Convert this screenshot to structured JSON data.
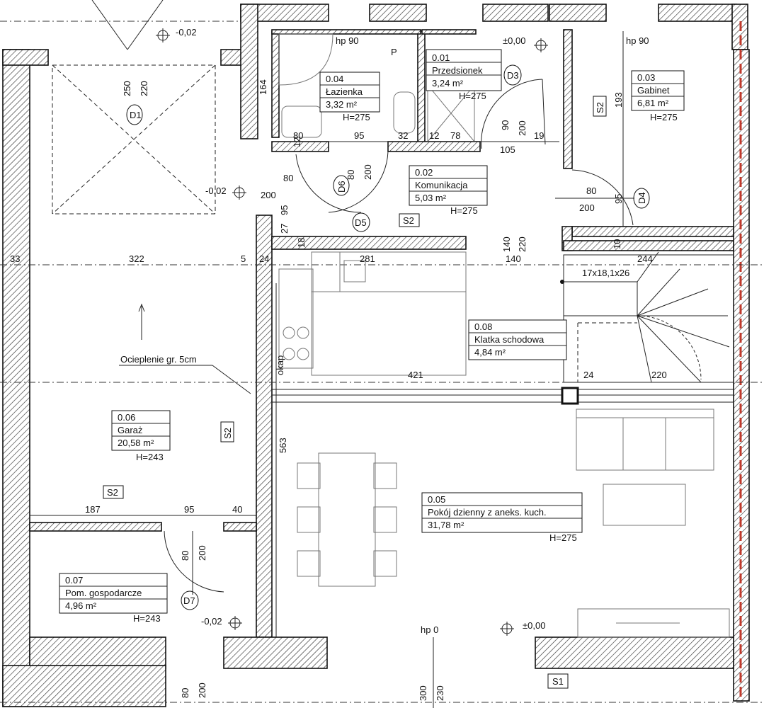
{
  "rooms": [
    {
      "number": "0.01",
      "name": "Przedsionek",
      "area": "3,24 m²",
      "height": "H=275"
    },
    {
      "number": "0.02",
      "name": "Komunikacja",
      "area": "5,03 m²",
      "height": "H=275"
    },
    {
      "number": "0.03",
      "name": "Gabinet",
      "area": "6,81 m²",
      "height": "H=275"
    },
    {
      "number": "0.04",
      "name": "Łazienka",
      "area": "3,32 m²",
      "height": "H=275"
    },
    {
      "number": "0.05",
      "name": "Pokój dzienny z aneks. kuch.",
      "area": "31,78 m²",
      "height": "H=275"
    },
    {
      "number": "0.06",
      "name": "Garaż",
      "area": "20,58 m²",
      "height": "H=243"
    },
    {
      "number": "0.07",
      "name": "Pom. gospodarcze",
      "area": "4,96 m²",
      "height": "H=243"
    },
    {
      "number": "0.08",
      "name": "Klatka schodowa",
      "area": "4,84 m²",
      "height": ""
    }
  ],
  "doors": [
    "D1",
    "D3",
    "D4",
    "D5",
    "D6",
    "D7"
  ],
  "sections": [
    "S1",
    "S2"
  ],
  "levels": {
    "zero": "±0,00",
    "garage": "-0,02",
    "hp90": "hp 90",
    "hp0": "hp 0"
  },
  "notes": {
    "insulation": "Ocieplenie gr. 5cm",
    "stairs": "17x18,1x26",
    "hood": "okap",
    "toilet": "P"
  },
  "dims": {
    "d33": "33",
    "d322": "322",
    "d5": "5",
    "d24": "24",
    "d281": "281",
    "d140": "140",
    "d244": "244",
    "d421": "421",
    "d220": "220",
    "d563": "563",
    "d187": "187",
    "d95": "95",
    "d40": "40",
    "d80": "80",
    "d200": "200",
    "d250": "250",
    "d164": "164",
    "d32": "32",
    "d12": "12",
    "d78": "78",
    "d90": "90",
    "d19": "19",
    "d105": "105",
    "d193": "193",
    "d27": "27",
    "d18": "18",
    "d10": "10",
    "d300": "300",
    "d230": "230"
  },
  "colors": {
    "wall_outline": "#111111",
    "hatch": "#333333",
    "insulation_red": "#c0392b"
  }
}
